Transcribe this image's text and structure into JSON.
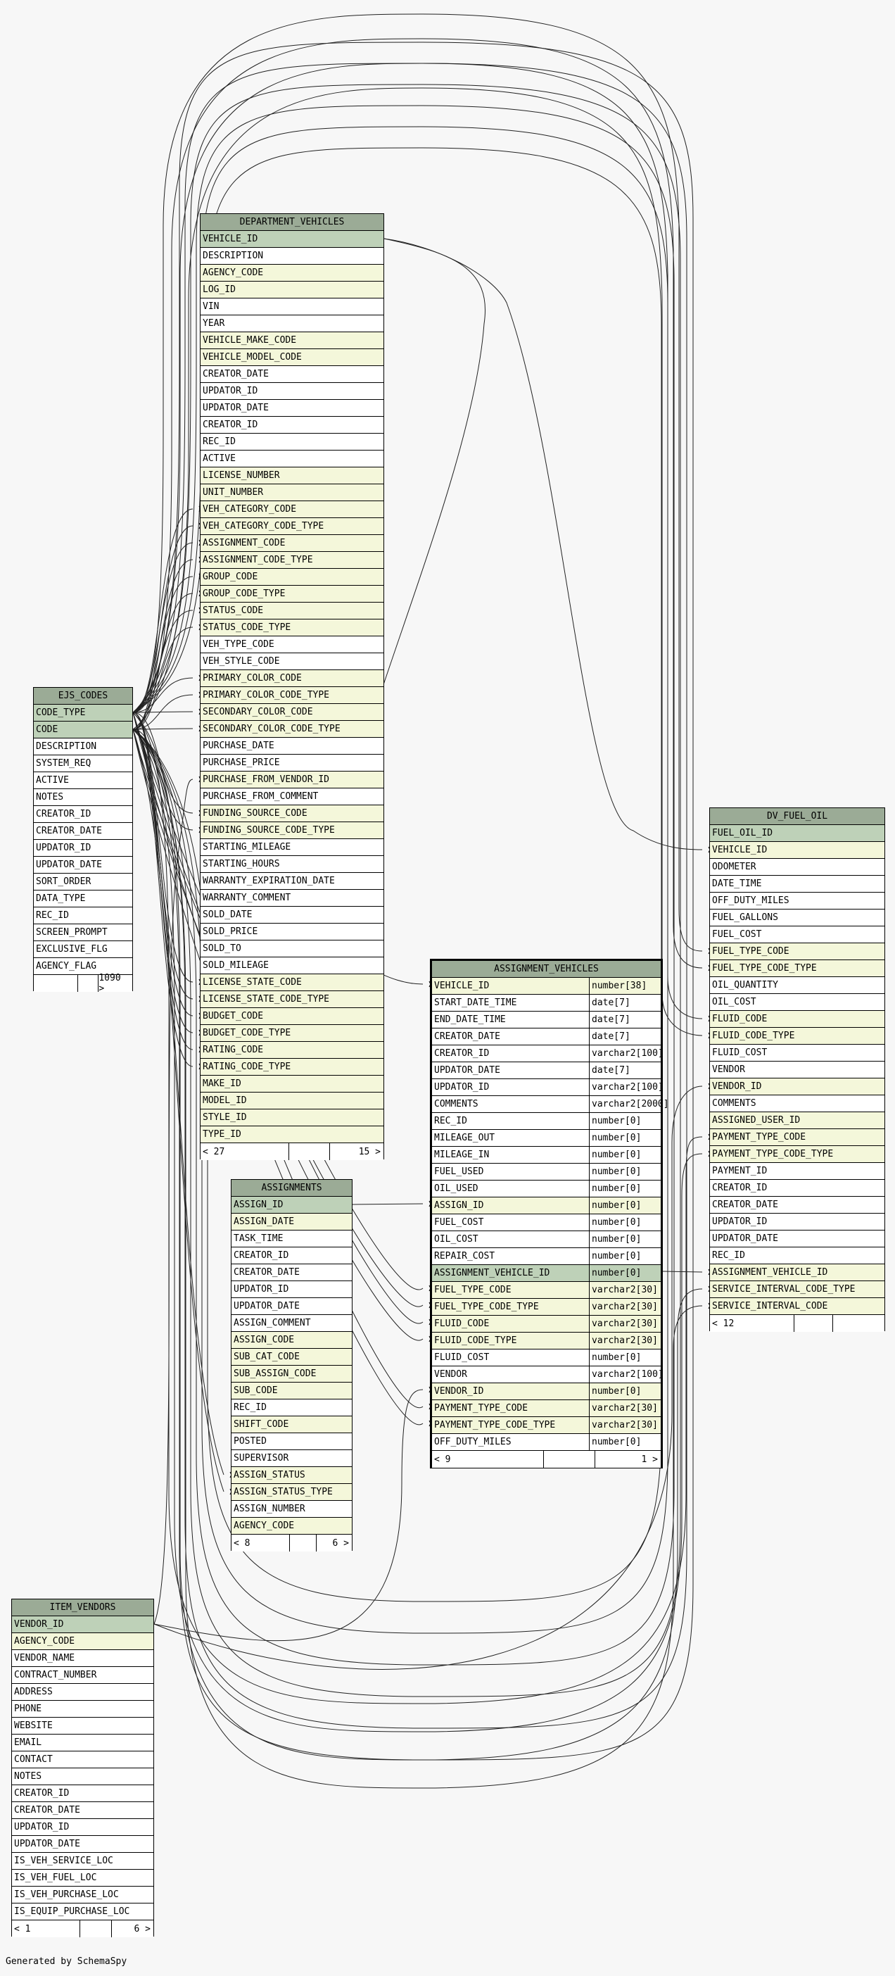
{
  "footer_text": "Generated by SchemaSpy",
  "tables": [
    {
      "id": "department_vehicles",
      "name": "DEPARTMENT_VEHICLES",
      "left_count": "< 27",
      "right_count": "15 >",
      "columns": [
        {
          "name": "VEHICLE_ID",
          "kind": "pk"
        },
        {
          "name": "DESCRIPTION",
          "kind": "col"
        },
        {
          "name": "AGENCY_CODE",
          "kind": "fk"
        },
        {
          "name": "LOG_ID",
          "kind": "fk"
        },
        {
          "name": "VIN",
          "kind": "col"
        },
        {
          "name": "YEAR",
          "kind": "col"
        },
        {
          "name": "VEHICLE_MAKE_CODE",
          "kind": "fk"
        },
        {
          "name": "VEHICLE_MODEL_CODE",
          "kind": "fk"
        },
        {
          "name": "CREATOR_DATE",
          "kind": "col"
        },
        {
          "name": "UPDATOR_ID",
          "kind": "col"
        },
        {
          "name": "UPDATOR_DATE",
          "kind": "col"
        },
        {
          "name": "CREATOR_ID",
          "kind": "col"
        },
        {
          "name": "REC_ID",
          "kind": "col"
        },
        {
          "name": "ACTIVE",
          "kind": "col"
        },
        {
          "name": "LICENSE_NUMBER",
          "kind": "fk"
        },
        {
          "name": "UNIT_NUMBER",
          "kind": "fk"
        },
        {
          "name": "VEH_CATEGORY_CODE",
          "kind": "fk"
        },
        {
          "name": "VEH_CATEGORY_CODE_TYPE",
          "kind": "fk"
        },
        {
          "name": "ASSIGNMENT_CODE",
          "kind": "fk"
        },
        {
          "name": "ASSIGNMENT_CODE_TYPE",
          "kind": "fk"
        },
        {
          "name": "GROUP_CODE",
          "kind": "fk"
        },
        {
          "name": "GROUP_CODE_TYPE",
          "kind": "fk"
        },
        {
          "name": "STATUS_CODE",
          "kind": "fk"
        },
        {
          "name": "STATUS_CODE_TYPE",
          "kind": "fk"
        },
        {
          "name": "VEH_TYPE_CODE",
          "kind": "col"
        },
        {
          "name": "VEH_STYLE_CODE",
          "kind": "col"
        },
        {
          "name": "PRIMARY_COLOR_CODE",
          "kind": "fk"
        },
        {
          "name": "PRIMARY_COLOR_CODE_TYPE",
          "kind": "fk"
        },
        {
          "name": "SECONDARY_COLOR_CODE",
          "kind": "fk"
        },
        {
          "name": "SECONDARY_COLOR_CODE_TYPE",
          "kind": "fk"
        },
        {
          "name": "PURCHASE_DATE",
          "kind": "col"
        },
        {
          "name": "PURCHASE_PRICE",
          "kind": "col"
        },
        {
          "name": "PURCHASE_FROM_VENDOR_ID",
          "kind": "fk"
        },
        {
          "name": "PURCHASE_FROM_COMMENT",
          "kind": "col"
        },
        {
          "name": "FUNDING_SOURCE_CODE",
          "kind": "fk"
        },
        {
          "name": "FUNDING_SOURCE_CODE_TYPE",
          "kind": "fk"
        },
        {
          "name": "STARTING_MILEAGE",
          "kind": "col"
        },
        {
          "name": "STARTING_HOURS",
          "kind": "col"
        },
        {
          "name": "WARRANTY_EXPIRATION_DATE",
          "kind": "col"
        },
        {
          "name": "WARRANTY_COMMENT",
          "kind": "col"
        },
        {
          "name": "SOLD_DATE",
          "kind": "col"
        },
        {
          "name": "SOLD_PRICE",
          "kind": "col"
        },
        {
          "name": "SOLD_TO",
          "kind": "col"
        },
        {
          "name": "SOLD_MILEAGE",
          "kind": "col"
        },
        {
          "name": "LICENSE_STATE_CODE",
          "kind": "fk"
        },
        {
          "name": "LICENSE_STATE_CODE_TYPE",
          "kind": "fk"
        },
        {
          "name": "BUDGET_CODE",
          "kind": "fk"
        },
        {
          "name": "BUDGET_CODE_TYPE",
          "kind": "fk"
        },
        {
          "name": "RATING_CODE",
          "kind": "fk"
        },
        {
          "name": "RATING_CODE_TYPE",
          "kind": "fk"
        },
        {
          "name": "MAKE_ID",
          "kind": "fk"
        },
        {
          "name": "MODEL_ID",
          "kind": "fk"
        },
        {
          "name": "STYLE_ID",
          "kind": "fk"
        },
        {
          "name": "TYPE_ID",
          "kind": "fk"
        }
      ]
    },
    {
      "id": "ejs_codes",
      "name": "EJS_CODES",
      "left_count": "",
      "right_count": "1090 >",
      "columns": [
        {
          "name": "CODE_TYPE",
          "kind": "pk"
        },
        {
          "name": "CODE",
          "kind": "pk"
        },
        {
          "name": "DESCRIPTION",
          "kind": "col"
        },
        {
          "name": "SYSTEM_REQ",
          "kind": "col"
        },
        {
          "name": "ACTIVE",
          "kind": "col"
        },
        {
          "name": "NOTES",
          "kind": "col"
        },
        {
          "name": "CREATOR_ID",
          "kind": "col"
        },
        {
          "name": "CREATOR_DATE",
          "kind": "col"
        },
        {
          "name": "UPDATOR_ID",
          "kind": "col"
        },
        {
          "name": "UPDATOR_DATE",
          "kind": "col"
        },
        {
          "name": "SORT_ORDER",
          "kind": "col"
        },
        {
          "name": "DATA_TYPE",
          "kind": "col"
        },
        {
          "name": "REC_ID",
          "kind": "col"
        },
        {
          "name": "SCREEN_PROMPT",
          "kind": "col"
        },
        {
          "name": "EXCLUSIVE_FLG",
          "kind": "col"
        },
        {
          "name": "AGENCY_FLAG",
          "kind": "col"
        }
      ]
    },
    {
      "id": "dv_fuel_oil",
      "name": "DV_FUEL_OIL",
      "left_count": "< 12",
      "right_count": "",
      "columns": [
        {
          "name": "FUEL_OIL_ID",
          "kind": "pk"
        },
        {
          "name": "VEHICLE_ID",
          "kind": "fk"
        },
        {
          "name": "ODOMETER",
          "kind": "col"
        },
        {
          "name": "DATE_TIME",
          "kind": "col"
        },
        {
          "name": "OFF_DUTY_MILES",
          "kind": "col"
        },
        {
          "name": "FUEL_GALLONS",
          "kind": "col"
        },
        {
          "name": "FUEL_COST",
          "kind": "col"
        },
        {
          "name": "FUEL_TYPE_CODE",
          "kind": "fk"
        },
        {
          "name": "FUEL_TYPE_CODE_TYPE",
          "kind": "fk"
        },
        {
          "name": "OIL_QUANTITY",
          "kind": "col"
        },
        {
          "name": "OIL_COST",
          "kind": "col"
        },
        {
          "name": "FLUID_CODE",
          "kind": "fk"
        },
        {
          "name": "FLUID_CODE_TYPE",
          "kind": "fk"
        },
        {
          "name": "FLUID_COST",
          "kind": "col"
        },
        {
          "name": "VENDOR",
          "kind": "col"
        },
        {
          "name": "VENDOR_ID",
          "kind": "fk"
        },
        {
          "name": "COMMENTS",
          "kind": "col"
        },
        {
          "name": "ASSIGNED_USER_ID",
          "kind": "fk"
        },
        {
          "name": "PAYMENT_TYPE_CODE",
          "kind": "fk"
        },
        {
          "name": "PAYMENT_TYPE_CODE_TYPE",
          "kind": "fk"
        },
        {
          "name": "PAYMENT_ID",
          "kind": "col"
        },
        {
          "name": "CREATOR_ID",
          "kind": "col"
        },
        {
          "name": "CREATOR_DATE",
          "kind": "col"
        },
        {
          "name": "UPDATOR_ID",
          "kind": "col"
        },
        {
          "name": "UPDATOR_DATE",
          "kind": "col"
        },
        {
          "name": "REC_ID",
          "kind": "col"
        },
        {
          "name": "ASSIGNMENT_VEHICLE_ID",
          "kind": "fk"
        },
        {
          "name": "SERVICE_INTERVAL_CODE_TYPE",
          "kind": "fk"
        },
        {
          "name": "SERVICE_INTERVAL_CODE",
          "kind": "fk"
        }
      ]
    },
    {
      "id": "assignment_vehicles",
      "name": "ASSIGNMENT_VEHICLES",
      "focus": true,
      "left_count": "< 9",
      "right_count": "1 >",
      "columns": [
        {
          "name": "VEHICLE_ID",
          "kind": "fk",
          "type": "number[38]"
        },
        {
          "name": "START_DATE_TIME",
          "kind": "col",
          "type": "date[7]"
        },
        {
          "name": "END_DATE_TIME",
          "kind": "col",
          "type": "date[7]"
        },
        {
          "name": "CREATOR_DATE",
          "kind": "col",
          "type": "date[7]"
        },
        {
          "name": "CREATOR_ID",
          "kind": "col",
          "type": "varchar2[100]"
        },
        {
          "name": "UPDATOR_DATE",
          "kind": "col",
          "type": "date[7]"
        },
        {
          "name": "UPDATOR_ID",
          "kind": "col",
          "type": "varchar2[100]"
        },
        {
          "name": "COMMENTS",
          "kind": "col",
          "type": "varchar2[2000]"
        },
        {
          "name": "REC_ID",
          "kind": "col",
          "type": "number[0]"
        },
        {
          "name": "MILEAGE_OUT",
          "kind": "col",
          "type": "number[0]"
        },
        {
          "name": "MILEAGE_IN",
          "kind": "col",
          "type": "number[0]"
        },
        {
          "name": "FUEL_USED",
          "kind": "col",
          "type": "number[0]"
        },
        {
          "name": "OIL_USED",
          "kind": "col",
          "type": "number[0]"
        },
        {
          "name": "ASSIGN_ID",
          "kind": "fk",
          "type": "number[0]"
        },
        {
          "name": "FUEL_COST",
          "kind": "col",
          "type": "number[0]"
        },
        {
          "name": "OIL_COST",
          "kind": "col",
          "type": "number[0]"
        },
        {
          "name": "REPAIR_COST",
          "kind": "col",
          "type": "number[0]"
        },
        {
          "name": "ASSIGNMENT_VEHICLE_ID",
          "kind": "pk",
          "type": "number[0]"
        },
        {
          "name": "FUEL_TYPE_CODE",
          "kind": "fk",
          "type": "varchar2[30]"
        },
        {
          "name": "FUEL_TYPE_CODE_TYPE",
          "kind": "fk",
          "type": "varchar2[30]"
        },
        {
          "name": "FLUID_CODE",
          "kind": "fk",
          "type": "varchar2[30]"
        },
        {
          "name": "FLUID_CODE_TYPE",
          "kind": "fk",
          "type": "varchar2[30]"
        },
        {
          "name": "FLUID_COST",
          "kind": "col",
          "type": "number[0]"
        },
        {
          "name": "VENDOR",
          "kind": "col",
          "type": "varchar2[100]"
        },
        {
          "name": "VENDOR_ID",
          "kind": "fk",
          "type": "number[0]"
        },
        {
          "name": "PAYMENT_TYPE_CODE",
          "kind": "fk",
          "type": "varchar2[30]"
        },
        {
          "name": "PAYMENT_TYPE_CODE_TYPE",
          "kind": "fk",
          "type": "varchar2[30]"
        },
        {
          "name": "OFF_DUTY_MILES",
          "kind": "col",
          "type": "number[0]"
        }
      ]
    },
    {
      "id": "assignments",
      "name": "ASSIGNMENTS",
      "left_count": "< 8",
      "right_count": "6 >",
      "columns": [
        {
          "name": "ASSIGN_ID",
          "kind": "pk"
        },
        {
          "name": "ASSIGN_DATE",
          "kind": "fk"
        },
        {
          "name": "TASK_TIME",
          "kind": "col"
        },
        {
          "name": "CREATOR_ID",
          "kind": "col"
        },
        {
          "name": "CREATOR_DATE",
          "kind": "col"
        },
        {
          "name": "UPDATOR_ID",
          "kind": "col"
        },
        {
          "name": "UPDATOR_DATE",
          "kind": "col"
        },
        {
          "name": "ASSIGN_COMMENT",
          "kind": "col"
        },
        {
          "name": "ASSIGN_CODE",
          "kind": "fk"
        },
        {
          "name": "SUB_CAT_CODE",
          "kind": "fk"
        },
        {
          "name": "SUB_ASSIGN_CODE",
          "kind": "fk"
        },
        {
          "name": "SUB_CODE",
          "kind": "fk"
        },
        {
          "name": "REC_ID",
          "kind": "col"
        },
        {
          "name": "SHIFT_CODE",
          "kind": "fk"
        },
        {
          "name": "POSTED",
          "kind": "col"
        },
        {
          "name": "SUPERVISOR",
          "kind": "col"
        },
        {
          "name": "ASSIGN_STATUS",
          "kind": "fk"
        },
        {
          "name": "ASSIGN_STATUS_TYPE",
          "kind": "fk"
        },
        {
          "name": "ASSIGN_NUMBER",
          "kind": "col"
        },
        {
          "name": "AGENCY_CODE",
          "kind": "fk"
        }
      ]
    },
    {
      "id": "item_vendors",
      "name": "ITEM_VENDORS",
      "left_count": "< 1",
      "right_count": "6 >",
      "columns": [
        {
          "name": "VENDOR_ID",
          "kind": "pk"
        },
        {
          "name": "AGENCY_CODE",
          "kind": "fk"
        },
        {
          "name": "VENDOR_NAME",
          "kind": "col"
        },
        {
          "name": "CONTRACT_NUMBER",
          "kind": "col"
        },
        {
          "name": "ADDRESS",
          "kind": "col"
        },
        {
          "name": "PHONE",
          "kind": "col"
        },
        {
          "name": "WEBSITE",
          "kind": "col"
        },
        {
          "name": "EMAIL",
          "kind": "col"
        },
        {
          "name": "CONTACT",
          "kind": "col"
        },
        {
          "name": "NOTES",
          "kind": "col"
        },
        {
          "name": "CREATOR_ID",
          "kind": "col"
        },
        {
          "name": "CREATOR_DATE",
          "kind": "col"
        },
        {
          "name": "UPDATOR_ID",
          "kind": "col"
        },
        {
          "name": "UPDATOR_DATE",
          "kind": "col"
        },
        {
          "name": "IS_VEH_SERVICE_LOC",
          "kind": "col"
        },
        {
          "name": "IS_VEH_FUEL_LOC",
          "kind": "col"
        },
        {
          "name": "IS_VEH_PURCHASE_LOC",
          "kind": "col"
        },
        {
          "name": "IS_EQUIP_PURCHASE_LOC",
          "kind": "col"
        }
      ]
    }
  ]
}
